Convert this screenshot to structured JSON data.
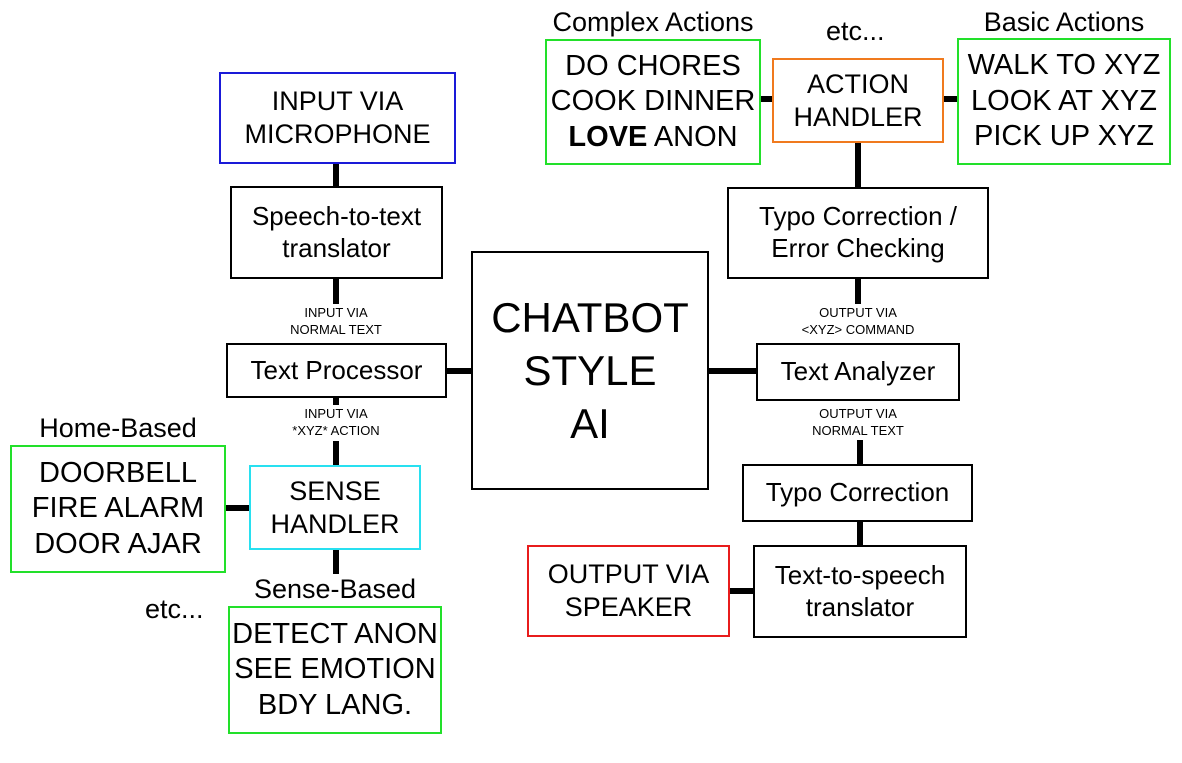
{
  "colors": {
    "input": "#1a1ad8",
    "action": "#f07a1e",
    "list": "#22e02a",
    "sense": "#28e0f0",
    "output": "#e81c1c"
  },
  "center": {
    "lines": [
      "CHATBOT",
      "STYLE",
      "AI"
    ]
  },
  "input_mic": {
    "lines": [
      "INPUT VIA",
      "MICROPHONE"
    ]
  },
  "stt": {
    "lines": [
      "Speech-to-text",
      "translator"
    ]
  },
  "input_text_label": {
    "lines": [
      "INPUT VIA",
      "NORMAL TEXT"
    ]
  },
  "text_processor": {
    "label": "Text Processor"
  },
  "input_action_label": {
    "lines": [
      "INPUT VIA",
      "*XYZ* ACTION"
    ]
  },
  "sense_handler": {
    "lines": [
      "SENSE",
      "HANDLER"
    ]
  },
  "home_based": {
    "heading": "Home-Based",
    "items": [
      "DOORBELL",
      "FIRE ALARM",
      "DOOR AJAR"
    ]
  },
  "sense_based": {
    "heading": "Sense-Based",
    "items": [
      "DETECT ANON",
      "SEE EMOTION",
      "BDY LANG."
    ]
  },
  "etc_sense": "etc...",
  "complex_actions": {
    "heading": "Complex Actions",
    "items": [
      "DO CHORES",
      "COOK DINNER"
    ],
    "last_bold": "LOVE",
    "last_rest": " ANON"
  },
  "etc_actions": "etc...",
  "action_handler": {
    "lines": [
      "ACTION",
      "HANDLER"
    ]
  },
  "basic_actions": {
    "heading": "Basic Actions",
    "items": [
      "WALK TO XYZ",
      "LOOK AT XYZ",
      "PICK UP XYZ"
    ]
  },
  "typo_error": {
    "lines": [
      "Typo Correction /",
      "Error Checking"
    ]
  },
  "output_cmd_label": {
    "lines": [
      "OUTPUT VIA",
      "<XYZ> COMMAND"
    ]
  },
  "text_analyzer": {
    "label": "Text Analyzer"
  },
  "output_text_label": {
    "lines": [
      "OUTPUT VIA",
      "NORMAL TEXT"
    ]
  },
  "typo_correction": {
    "label": "Typo Correction"
  },
  "tts": {
    "lines": [
      "Text-to-speech",
      "translator"
    ]
  },
  "output_speaker": {
    "lines": [
      "OUTPUT VIA",
      "SPEAKER"
    ]
  }
}
